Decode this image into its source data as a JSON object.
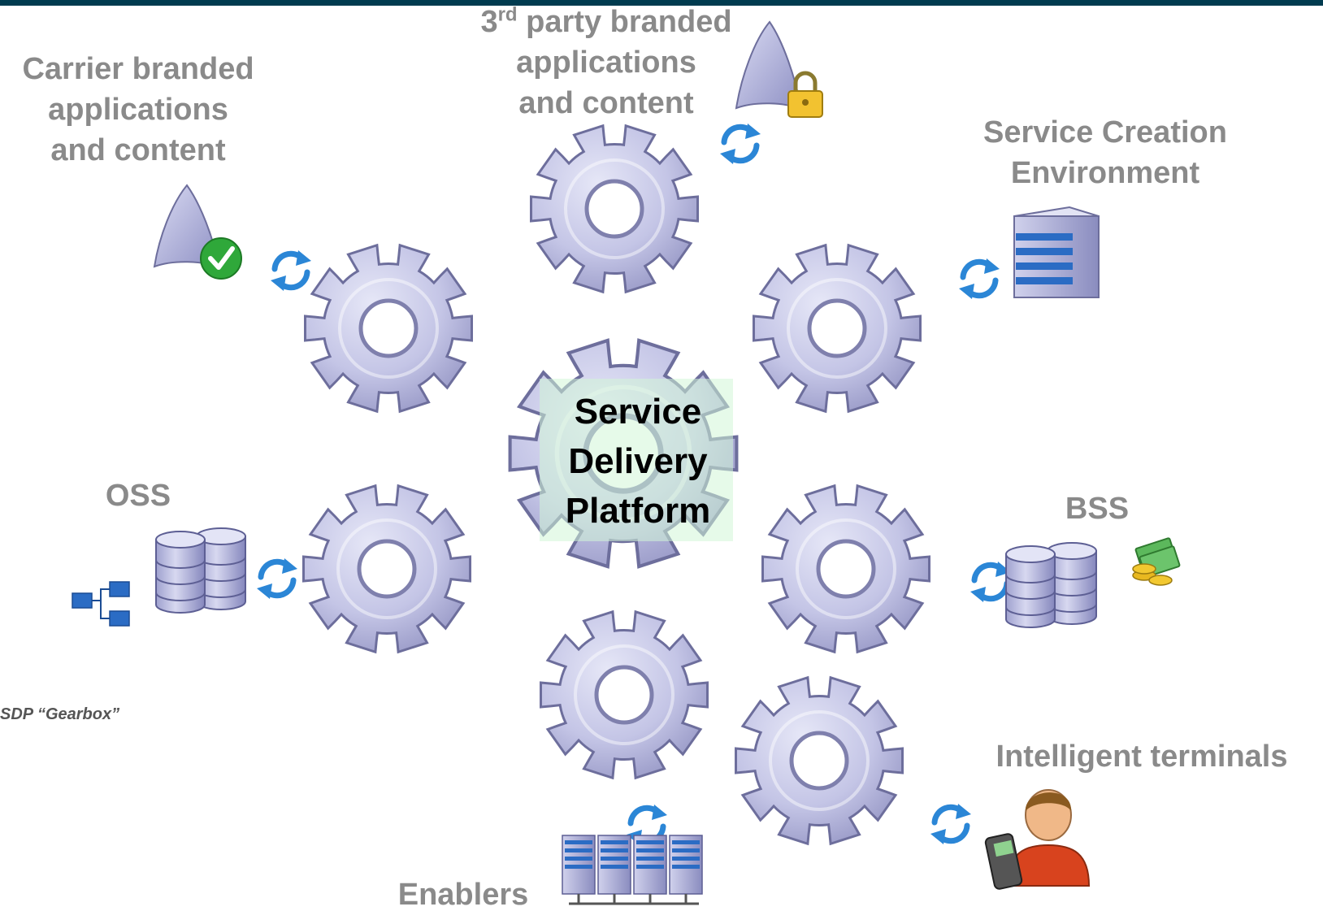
{
  "center": {
    "lines": [
      "Service",
      "Delivery",
      "Platform"
    ]
  },
  "labels": {
    "carrier": [
      "Carrier branded",
      "applications",
      "and content"
    ],
    "third_party": {
      "superscript_prefix": "3",
      "superscript": "rd",
      "first_line_rest": " party branded",
      "lines": [
        "applications",
        "and content"
      ]
    },
    "sce": [
      "Service Creation",
      "Environment"
    ],
    "oss": "OSS",
    "bss": "BSS",
    "intelligent_terminals": "Intelligent terminals",
    "enablers": "Enablers"
  },
  "caption": "SDP “Gearbox”",
  "icons": [
    "gear-icon",
    "sync-arrows-icon",
    "application-check-icon",
    "application-lock-icon",
    "server-stack-icon",
    "database-icon",
    "hierarchy-icon",
    "money-icon",
    "user-phone-icon",
    "server-rack-icon"
  ],
  "colors": {
    "top_bar": "#003b4f",
    "gear_fill": "#c5c6e6",
    "gear_stroke": "#6d6e9c",
    "label_gray": "#8a8a8a",
    "sync_blue": "#2b86d6",
    "center_highlight": "#d2f5d7"
  }
}
